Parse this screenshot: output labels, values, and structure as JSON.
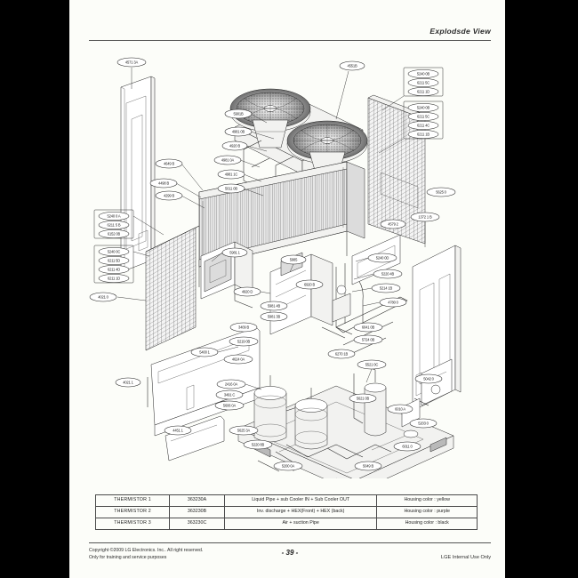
{
  "document": {
    "header_title": "Explodsde View",
    "page_number": "- 39 -",
    "copyright_line1": "Copyright ©2009 LG Electronics. Inc.. All right reserved.",
    "copyright_line2": "Only for training and service purposes",
    "internal_notice": "LGE Internal Use Only"
  },
  "table": {
    "rows": [
      {
        "name": "THERMISTOR 1",
        "code": "363230A",
        "description": "Liquid Pipe  + sub Cooler IN + Sub Cooler OUT",
        "housing": "Housing color : yellow"
      },
      {
        "name": "THERMISTOR 2",
        "code": "363230B",
        "description": "Inv. discharge + HEX(Front) + HEX (back)",
        "housing": "Housing color : purple"
      },
      {
        "name": "THERMISTOR 3",
        "code": "363230C",
        "description": "Air + suction Pipe",
        "housing": "Housing color : black"
      }
    ]
  },
  "callouts": {
    "left_door": "4571 3A",
    "fan_right": "4551B",
    "fan_stack": [
      "5901B",
      "4981 0B",
      "4920 B",
      "4981 0A",
      "4981 1C",
      "5011 0B"
    ],
    "right_upper_group1": [
      "5240 0B",
      "6211 5C",
      "6211 1D"
    ],
    "right_upper_group2": [
      "5240 0B",
      "6211 5C",
      "6211 4C",
      "6211 1B"
    ],
    "left_group1": [
      "5240 0 A",
      "6211 5 B",
      "6152 0B"
    ],
    "left_group2": [
      "5240 0C",
      "6211 5D",
      "6211 4D",
      "6211 1D"
    ],
    "left_lower": "4021 0",
    "center_left": [
      "4649 B",
      "4498 B",
      "4299 B",
      "5981 1"
    ],
    "center": [
      "5985",
      "4920 D",
      "6920 B",
      "5981 4B",
      "5981 3B"
    ],
    "center_right": [
      "5240 0D",
      "5220 4B",
      "5214 1B",
      "4780 0",
      "6041 0B",
      "5724 0B",
      "6270 1B"
    ],
    "right_panel": [
      "1372 1 B",
      "4579 2",
      "5625 0",
      "5220 4B",
      "5214 1B",
      "4780 0"
    ],
    "lower_left": [
      "5400 1",
      "4021 1",
      "4451 1",
      "3409 B",
      "5021 A"
    ],
    "lower_center": [
      "5219 0B",
      "4624 0A",
      "2416 0A",
      "3491 C",
      "5606 0A",
      "5625 3A",
      "5220 8B",
      "5200 0A",
      "5049 B"
    ],
    "lower_right": [
      "5521 0C",
      "5621 0B",
      "5042 0",
      "5203 0",
      "6010 A",
      "6011 0"
    ]
  }
}
